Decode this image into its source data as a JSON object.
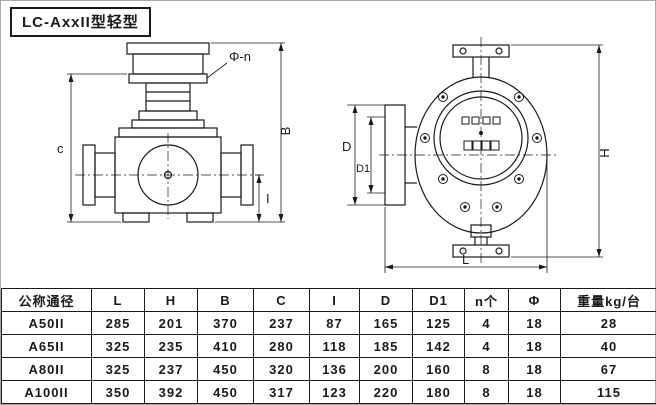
{
  "title": "LC-AxxII型轻型",
  "front_view": {
    "labels": {
      "c": "c",
      "b": "B",
      "i": "I",
      "phi_n": "Φ-n"
    }
  },
  "side_view": {
    "labels": {
      "d": "D",
      "d1": "D1",
      "h": "H",
      "l": "L"
    }
  },
  "table": {
    "headers": [
      "公称通径",
      "L",
      "H",
      "B",
      "C",
      "I",
      "D",
      "D1",
      "n个",
      "Φ",
      "重量kg/台"
    ],
    "rows": [
      [
        "A50II",
        "285",
        "201",
        "370",
        "237",
        "87",
        "165",
        "125",
        "4",
        "18",
        "28"
      ],
      [
        "A65II",
        "325",
        "235",
        "410",
        "280",
        "118",
        "185",
        "142",
        "4",
        "18",
        "40"
      ],
      [
        "A80II",
        "325",
        "237",
        "450",
        "320",
        "136",
        "200",
        "160",
        "8",
        "18",
        "67"
      ],
      [
        "A100II",
        "350",
        "392",
        "450",
        "317",
        "123",
        "220",
        "180",
        "8",
        "18",
        "115"
      ]
    ]
  }
}
